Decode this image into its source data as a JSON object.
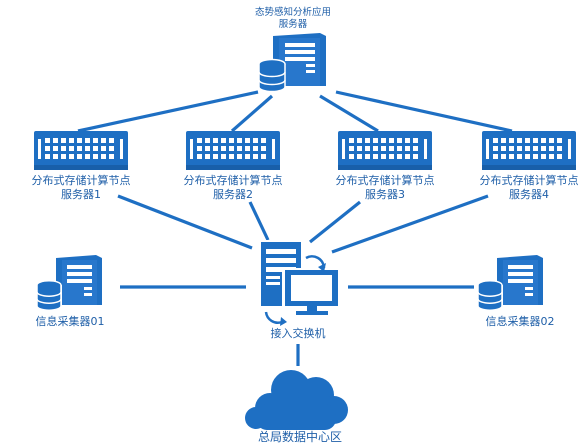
{
  "colors": {
    "primary": "#1e6fc3",
    "line": "#1e6fc3",
    "label": "#1f5fa8",
    "light": "#ffffff"
  },
  "icons": {
    "rack_server": "rack-server-icon",
    "tower_server": "tower-server-with-database-icon",
    "switch": "access-switch-icon",
    "cloud": "cloud-icon"
  },
  "nodes": {
    "analysis_server": {
      "label_line1": "态势感知分析应用",
      "label_line2": "服务器"
    },
    "storage": [
      {
        "label_line1": "分布式存储计算节点",
        "label_line2": "服务器1"
      },
      {
        "label_line1": "分布式存储计算节点",
        "label_line2": "服务器2"
      },
      {
        "label_line1": "分布式存储计算节点",
        "label_line2": "服务器3"
      },
      {
        "label_line1": "分布式存储计算节点",
        "label_line2": "服务器4"
      }
    ],
    "collector_left": {
      "label": "信息采集器01"
    },
    "collector_right": {
      "label": "信息采集器02"
    },
    "switch": {
      "label": "接入交换机"
    },
    "datacenter": {
      "label": "总局数据中心区"
    }
  }
}
